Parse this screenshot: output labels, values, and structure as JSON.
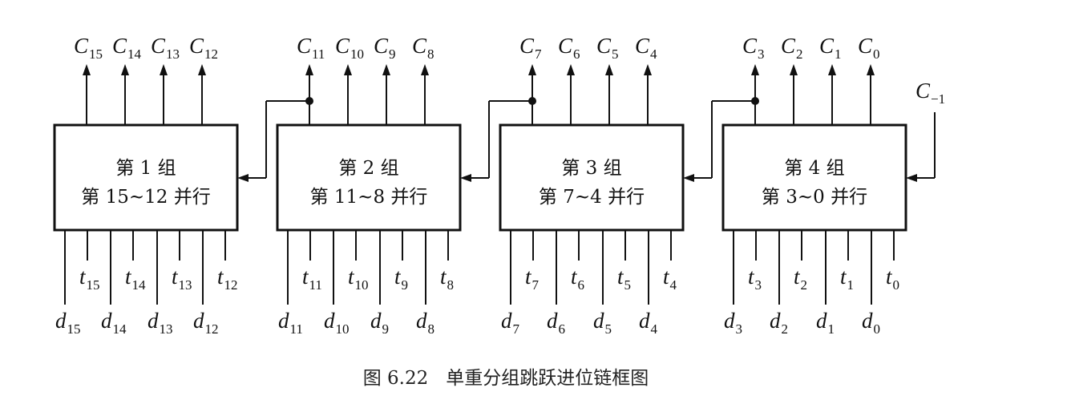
{
  "caption": {
    "number": "图 6.22",
    "title": "单重分组跳跃进位链框图"
  },
  "carry_in": {
    "letter": "C",
    "sub": "−1"
  },
  "groups": [
    {
      "title": "第 1 组",
      "range": "第 15~12 并行",
      "carries": [
        {
          "letter": "C",
          "sub": "15"
        },
        {
          "letter": "C",
          "sub": "14"
        },
        {
          "letter": "C",
          "sub": "13"
        },
        {
          "letter": "C",
          "sub": "12"
        }
      ],
      "t": [
        {
          "letter": "t",
          "sub": "15"
        },
        {
          "letter": "t",
          "sub": "14"
        },
        {
          "letter": "t",
          "sub": "13"
        },
        {
          "letter": "t",
          "sub": "12"
        }
      ],
      "d": [
        {
          "letter": "d",
          "sub": "15"
        },
        {
          "letter": "d",
          "sub": "14"
        },
        {
          "letter": "d",
          "sub": "13"
        },
        {
          "letter": "d",
          "sub": "12"
        }
      ]
    },
    {
      "title": "第 2 组",
      "range": "第 11~8 并行",
      "carries": [
        {
          "letter": "C",
          "sub": "11"
        },
        {
          "letter": "C",
          "sub": "10"
        },
        {
          "letter": "C",
          "sub": "9"
        },
        {
          "letter": "C",
          "sub": "8"
        }
      ],
      "t": [
        {
          "letter": "t",
          "sub": "11"
        },
        {
          "letter": "t",
          "sub": "10"
        },
        {
          "letter": "t",
          "sub": "9"
        },
        {
          "letter": "t",
          "sub": "8"
        }
      ],
      "d": [
        {
          "letter": "d",
          "sub": "11"
        },
        {
          "letter": "d",
          "sub": "10"
        },
        {
          "letter": "d",
          "sub": "9"
        },
        {
          "letter": "d",
          "sub": "8"
        }
      ]
    },
    {
      "title": "第 3 组",
      "range": "第 7~4 并行",
      "carries": [
        {
          "letter": "C",
          "sub": "7"
        },
        {
          "letter": "C",
          "sub": "6"
        },
        {
          "letter": "C",
          "sub": "5"
        },
        {
          "letter": "C",
          "sub": "4"
        }
      ],
      "t": [
        {
          "letter": "t",
          "sub": "7"
        },
        {
          "letter": "t",
          "sub": "6"
        },
        {
          "letter": "t",
          "sub": "5"
        },
        {
          "letter": "t",
          "sub": "4"
        }
      ],
      "d": [
        {
          "letter": "d",
          "sub": "7"
        },
        {
          "letter": "d",
          "sub": "6"
        },
        {
          "letter": "d",
          "sub": "5"
        },
        {
          "letter": "d",
          "sub": "4"
        }
      ]
    },
    {
      "title": "第 4 组",
      "range": "第 3~0 并行",
      "carries": [
        {
          "letter": "C",
          "sub": "3"
        },
        {
          "letter": "C",
          "sub": "2"
        },
        {
          "letter": "C",
          "sub": "1"
        },
        {
          "letter": "C",
          "sub": "0"
        }
      ],
      "t": [
        {
          "letter": "t",
          "sub": "3"
        },
        {
          "letter": "t",
          "sub": "2"
        },
        {
          "letter": "t",
          "sub": "1"
        },
        {
          "letter": "t",
          "sub": "0"
        }
      ],
      "d": [
        {
          "letter": "d",
          "sub": "3"
        },
        {
          "letter": "d",
          "sub": "2"
        },
        {
          "letter": "d",
          "sub": "1"
        },
        {
          "letter": "d",
          "sub": "0"
        }
      ]
    }
  ]
}
